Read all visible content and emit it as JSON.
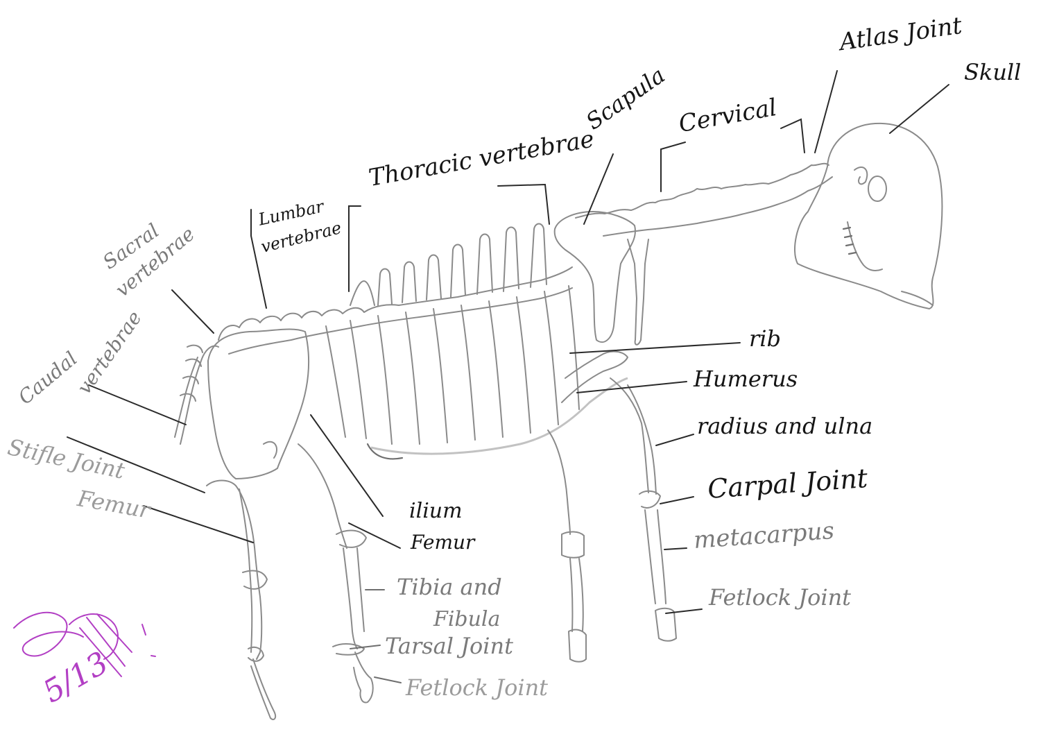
{
  "labels": {
    "atlas_joint": "Atlas Joint",
    "skull": "Skull",
    "cervical": "Cervical",
    "scapula": "Scapula",
    "thoracic_vertebrae": "Thoracic vertebrae",
    "lumbar_vertebrae_1": "Lumbar",
    "lumbar_vertebrae_2": "vertebrae",
    "sacral_vertebrae_1": "Sacral",
    "sacral_vertebrae_2": "vertebrae",
    "caudal_vertebrae_1": "Caudal",
    "caudal_vertebrae_2": "vertebrae",
    "rib": "rib",
    "humerus": "Humerus",
    "radius_and_ulna": "radius and ulna",
    "carpal_joint": "Carpal Joint",
    "metacarpus": "metacarpus",
    "fetlock_joint_front": "Fetlock Joint",
    "stifle_joint": "Stifle Joint",
    "femur_left": "Femur",
    "ilium": "ilium",
    "femur_right": "Femur",
    "tibia_and_fibula_1": "Tibia and",
    "tibia_and_fibula_2": "Fibula",
    "tarsal_joint": "Tarsal Joint",
    "fetlock_joint_hind": "Fetlock Joint"
  },
  "colors": {
    "ink": "#151515",
    "pencil": "#8a8a8a",
    "signature": "#b23fc4"
  },
  "signature_text": "5/13"
}
